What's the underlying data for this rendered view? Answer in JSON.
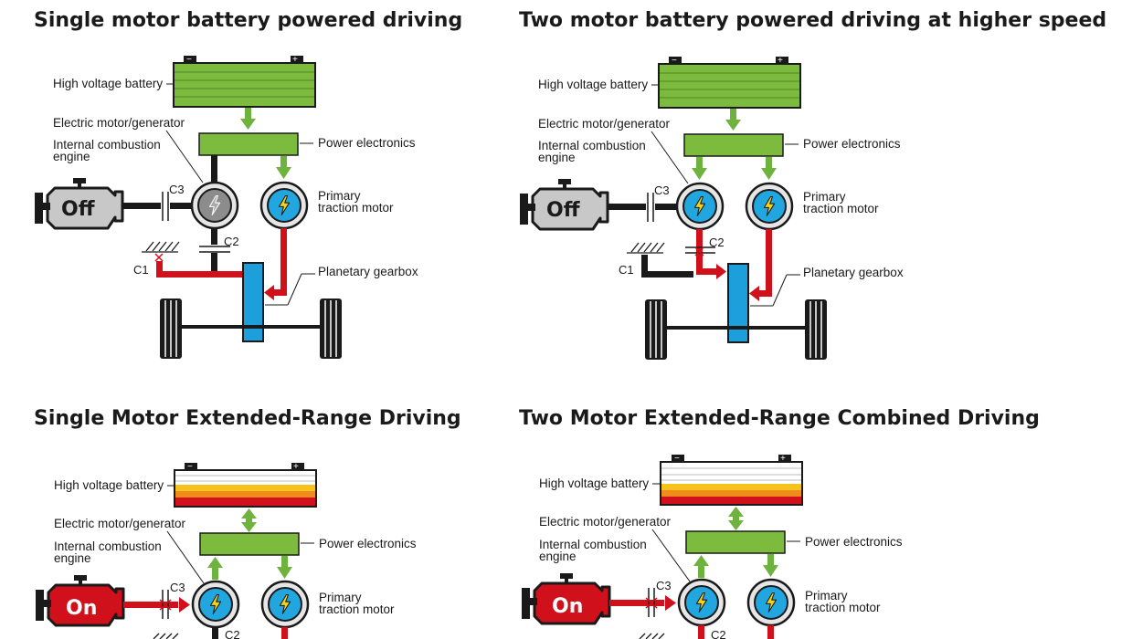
{
  "colors": {
    "battery_green": "#7dbb3e",
    "flow_green": "#6fb33f",
    "flow_red": "#d0111b",
    "motor_blue": "#22a6e0",
    "gearbox_blue": "#1c9fdb",
    "engine_off_grey": "#c8c8c8",
    "engine_on_red": "#d0111b",
    "battery_yellow": "#f6c21c",
    "battery_orange": "#ef8c1b"
  },
  "panels": [
    {
      "title": "Single motor battery powered driving",
      "labels": {
        "battery": "High voltage battery",
        "motor_generator": "Electric motor/generator",
        "engine": "Internal combustion engine",
        "power_electronics": "Power electronics",
        "traction_motor": "Primary traction motor",
        "gearbox": "Planetary gearbox",
        "c1": "C1",
        "c2": "C2",
        "c3": "C3"
      },
      "engine_state": "Off"
    },
    {
      "title": "Two motor battery powered driving at higher speed",
      "labels": {
        "battery": "High voltage battery",
        "motor_generator": "Electric motor/generator",
        "engine": "Internal combustion engine",
        "power_electronics": "Power electronics",
        "traction_motor": "Primary traction motor",
        "gearbox": "Planetary gearbox",
        "c1": "C1",
        "c2": "C2",
        "c3": "C3"
      },
      "engine_state": "Off"
    },
    {
      "title": "Single Motor Extended-Range Driving",
      "labels": {
        "battery": "High voltage battery",
        "motor_generator": "Electric motor/generator",
        "engine": "Internal combustion engine",
        "power_electronics": "Power electronics",
        "traction_motor": "Primary traction motor",
        "c3": "C3",
        "c2": "C2"
      },
      "engine_state": "On"
    },
    {
      "title": "Two Motor Extended-Range Combined Driving",
      "labels": {
        "battery": "High voltage battery",
        "motor_generator": "Electric motor/generator",
        "engine": "Internal combustion engine",
        "power_electronics": "Power electronics",
        "traction_motor": "Primary traction motor",
        "c3": "C3",
        "c2": "C2"
      },
      "engine_state": "On"
    }
  ]
}
